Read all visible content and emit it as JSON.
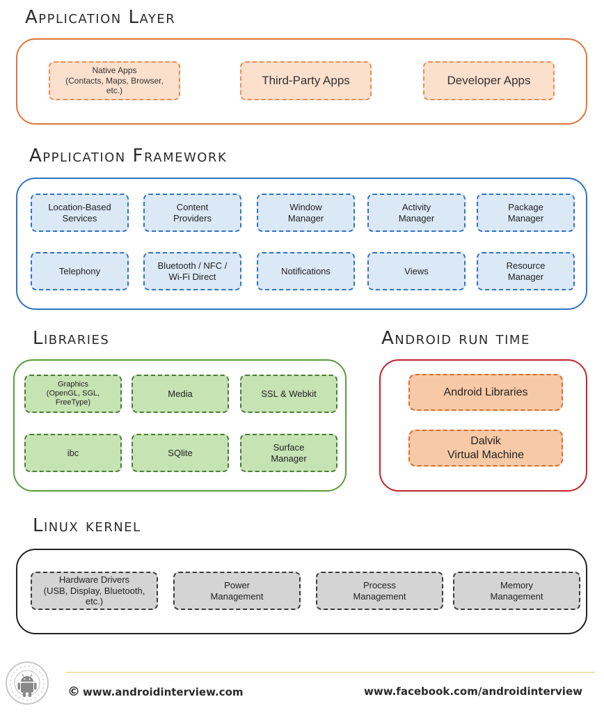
{
  "application_layer": {
    "title": "Application Layer",
    "items": [
      "Native Apps\n(Contacts, Maps, Browser,\netc.)",
      "Third-Party Apps",
      "Developer Apps"
    ]
  },
  "application_framework": {
    "title": "Application Framework",
    "items": [
      "Location-Based\nServices",
      "Content\nProviders",
      "Window\nManager",
      "Activity\nManager",
      "Package\nManager",
      "Telephony",
      "Bluetooth / NFC /\nWi-Fi Direct",
      "Notifications",
      "Views",
      "Resource\nManager"
    ]
  },
  "libraries": {
    "title": "Libraries",
    "items": [
      "Graphics\n(OpenGL, SGL,\nFreeType)",
      "Media",
      "SSL & Webkit",
      "ibc",
      "SQlite",
      "Surface\nManager"
    ]
  },
  "android_runtime": {
    "title": "Android run time",
    "items": [
      "Android Libraries",
      "Dalvik\nVirtual Machine"
    ]
  },
  "linux_kernel": {
    "title": "Linux kernel",
    "items": [
      "Hardware Drivers\n(USB, Display, Bluetooth,\netc.)",
      "Power\nManagement",
      "Process\nManagement",
      "Memory\nManagement"
    ]
  },
  "footer": {
    "copyright_symbol": "©",
    "website": "www.androidinterview.com",
    "facebook": "www.facebook.com/androidinterview"
  },
  "colors": {
    "application_layer": "#e0753a",
    "application_framework": "#2f73c1",
    "libraries": "#5a9a3e",
    "android_runtime": "#c0232b",
    "linux_kernel": "#222222"
  },
  "icons": {
    "logo": "android-robot-logo-icon"
  }
}
